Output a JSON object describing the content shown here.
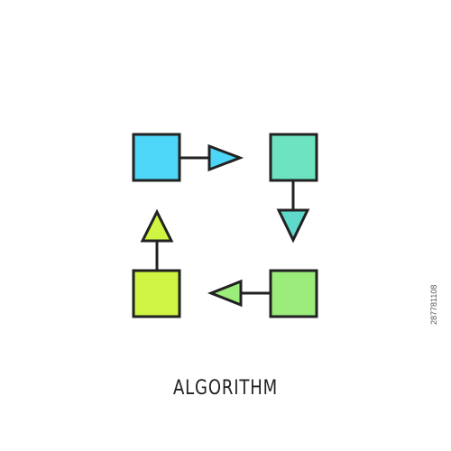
{
  "title": "ALGORITHM",
  "stock_id": "287781108",
  "steps": [
    {
      "name": "step-1",
      "color": "#4dd6f7"
    },
    {
      "name": "step-2",
      "color": "#6de3bf"
    },
    {
      "name": "step-3",
      "color": "#9bec7a"
    },
    {
      "name": "step-4",
      "color": "#cff542"
    }
  ],
  "arrows": [
    {
      "from": "step-1",
      "to": "step-2",
      "direction": "right",
      "color": "#4dd6f7"
    },
    {
      "from": "step-2",
      "to": "step-3",
      "direction": "down",
      "color": "#5fd9c9"
    },
    {
      "from": "step-3",
      "to": "step-4",
      "direction": "left",
      "color": "#9bec7a"
    },
    {
      "from": "step-4",
      "to": "step-1",
      "direction": "up",
      "color": "#cff542"
    }
  ],
  "stroke_color": "#222222"
}
